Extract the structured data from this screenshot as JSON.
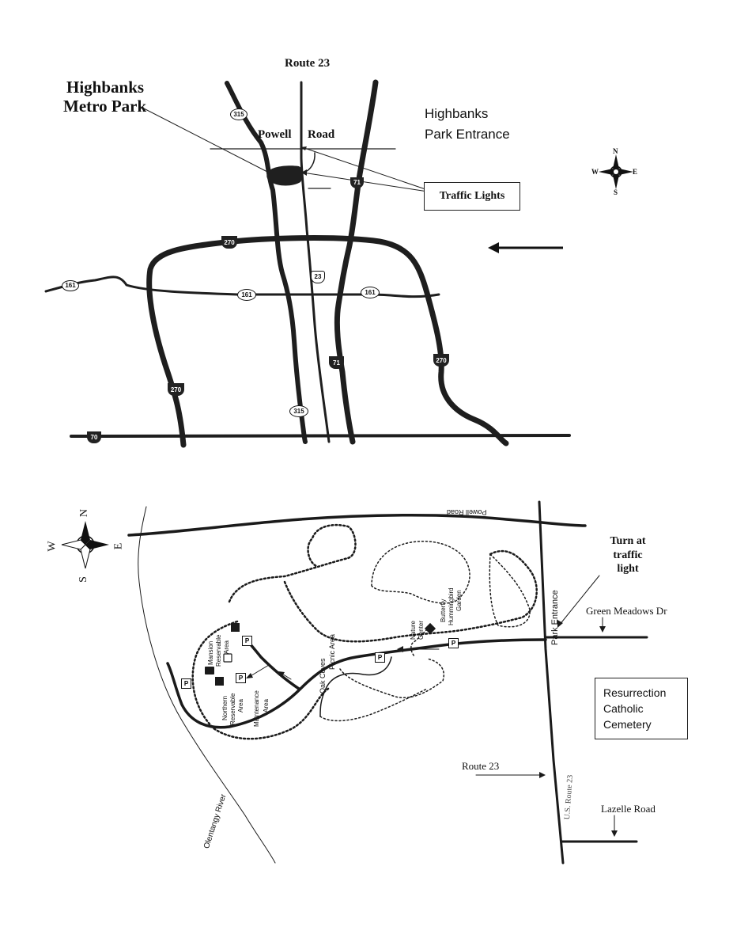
{
  "top_map": {
    "route_label": "Route 23",
    "park_title_line1": "Highbanks",
    "park_title_line2": "Metro Park",
    "road_powell": "Powell",
    "road_road": "Road",
    "entrance_line1": "Highbanks",
    "entrance_line2": "Park Entrance",
    "traffic_lights": "Traffic Lights",
    "compass": {
      "n": "N",
      "s": "S",
      "e": "E",
      "w": "W"
    },
    "shields": {
      "r315_top": "315",
      "i71_top": "71",
      "i270_top": "270",
      "us23": "23",
      "r161_left": "161",
      "r161_mid": "161",
      "r161_right": "161",
      "i71_bottom": "71",
      "i270_right": "270",
      "i270_left": "270",
      "r315_bottom": "315",
      "i70": "70"
    }
  },
  "bottom_map": {
    "powell_road": "Powell Road",
    "compass": {
      "n": "N",
      "s": "S",
      "e": "E",
      "w": "W"
    },
    "turn_line1": "Turn at",
    "turn_line2": "traffic",
    "turn_line3": "light",
    "green_meadows": "Green Meadows Dr",
    "park_entrance": "Park Entrance",
    "cemetery_line1": "Resurrection",
    "cemetery_line2": "Catholic",
    "cemetery_line3": "Cemetery",
    "route23": "Route 23",
    "us_route23": "U.S. Route 23",
    "lazelle": "Lazelle Road",
    "olentangy": "Olentangy River",
    "nature_center_1": "Nature",
    "nature_center_2": "Center",
    "butterfly_1": "Butterfly",
    "butterfly_2": "Hummingbird",
    "butterfly_3": "Garden",
    "oak_coves_1": "Oak Coves",
    "oak_coves_2": "Picnic Area",
    "mansion_1": "Mansion",
    "mansion_2": "Reservable",
    "mansion_3": "Area",
    "northern_1": "Northern",
    "northern_2": "Reservable",
    "northern_3": "Area",
    "maintenance_1": "Maintenance",
    "maintenance_2": "Area",
    "parking": "P"
  },
  "colors": {
    "ink": "#1a1a1a",
    "paper": "#ffffff",
    "park_fill": "#222222"
  }
}
